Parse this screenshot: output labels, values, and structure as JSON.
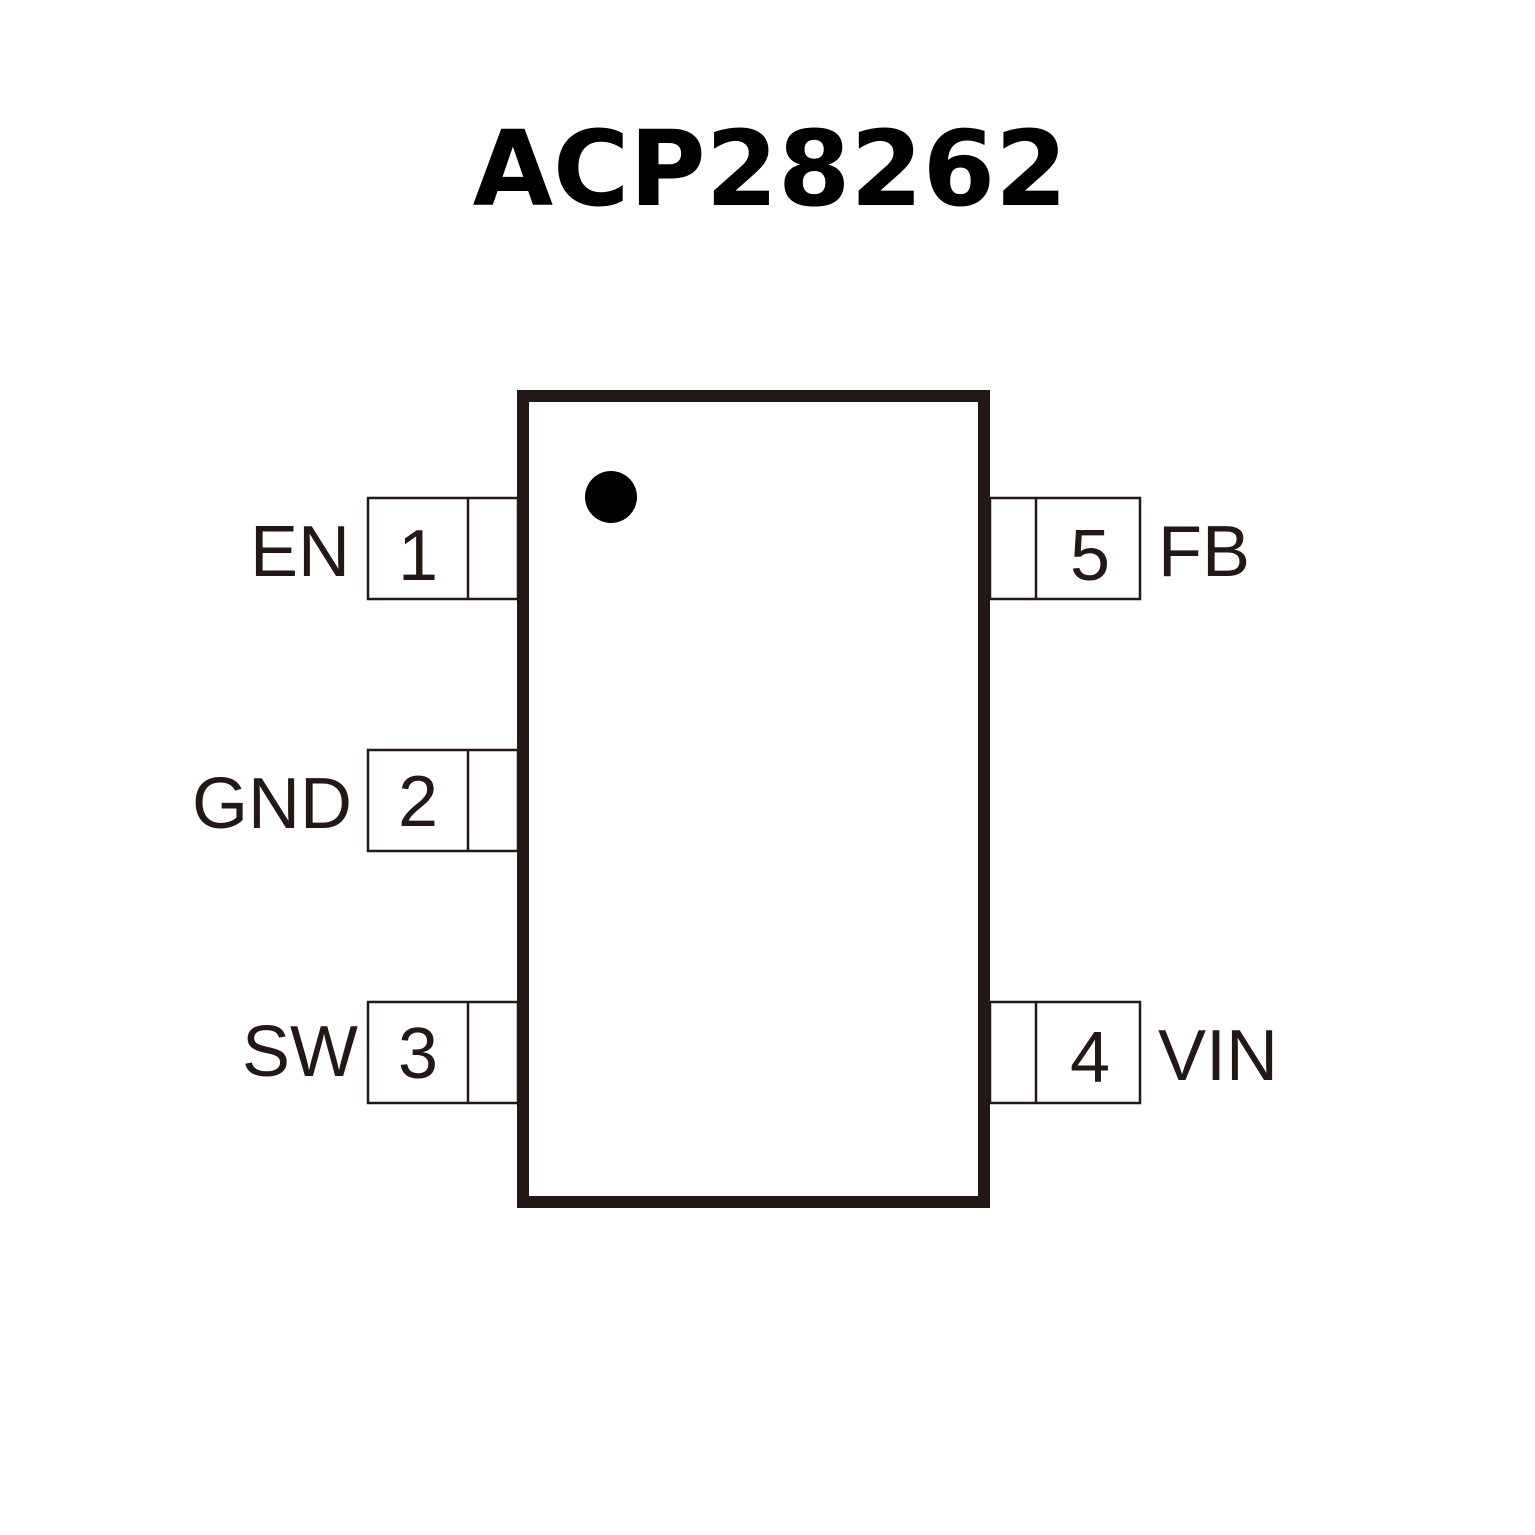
{
  "title": "ACP28262",
  "colors": {
    "outline": "#231815",
    "title": "#000000"
  },
  "pins": [
    {
      "number": "1",
      "name": "EN",
      "side": "left"
    },
    {
      "number": "2",
      "name": "GND",
      "side": "left"
    },
    {
      "number": "3",
      "name": "SW",
      "side": "left"
    },
    {
      "number": "4",
      "name": "VIN",
      "side": "right"
    },
    {
      "number": "5",
      "name": "FB",
      "side": "right"
    }
  ]
}
